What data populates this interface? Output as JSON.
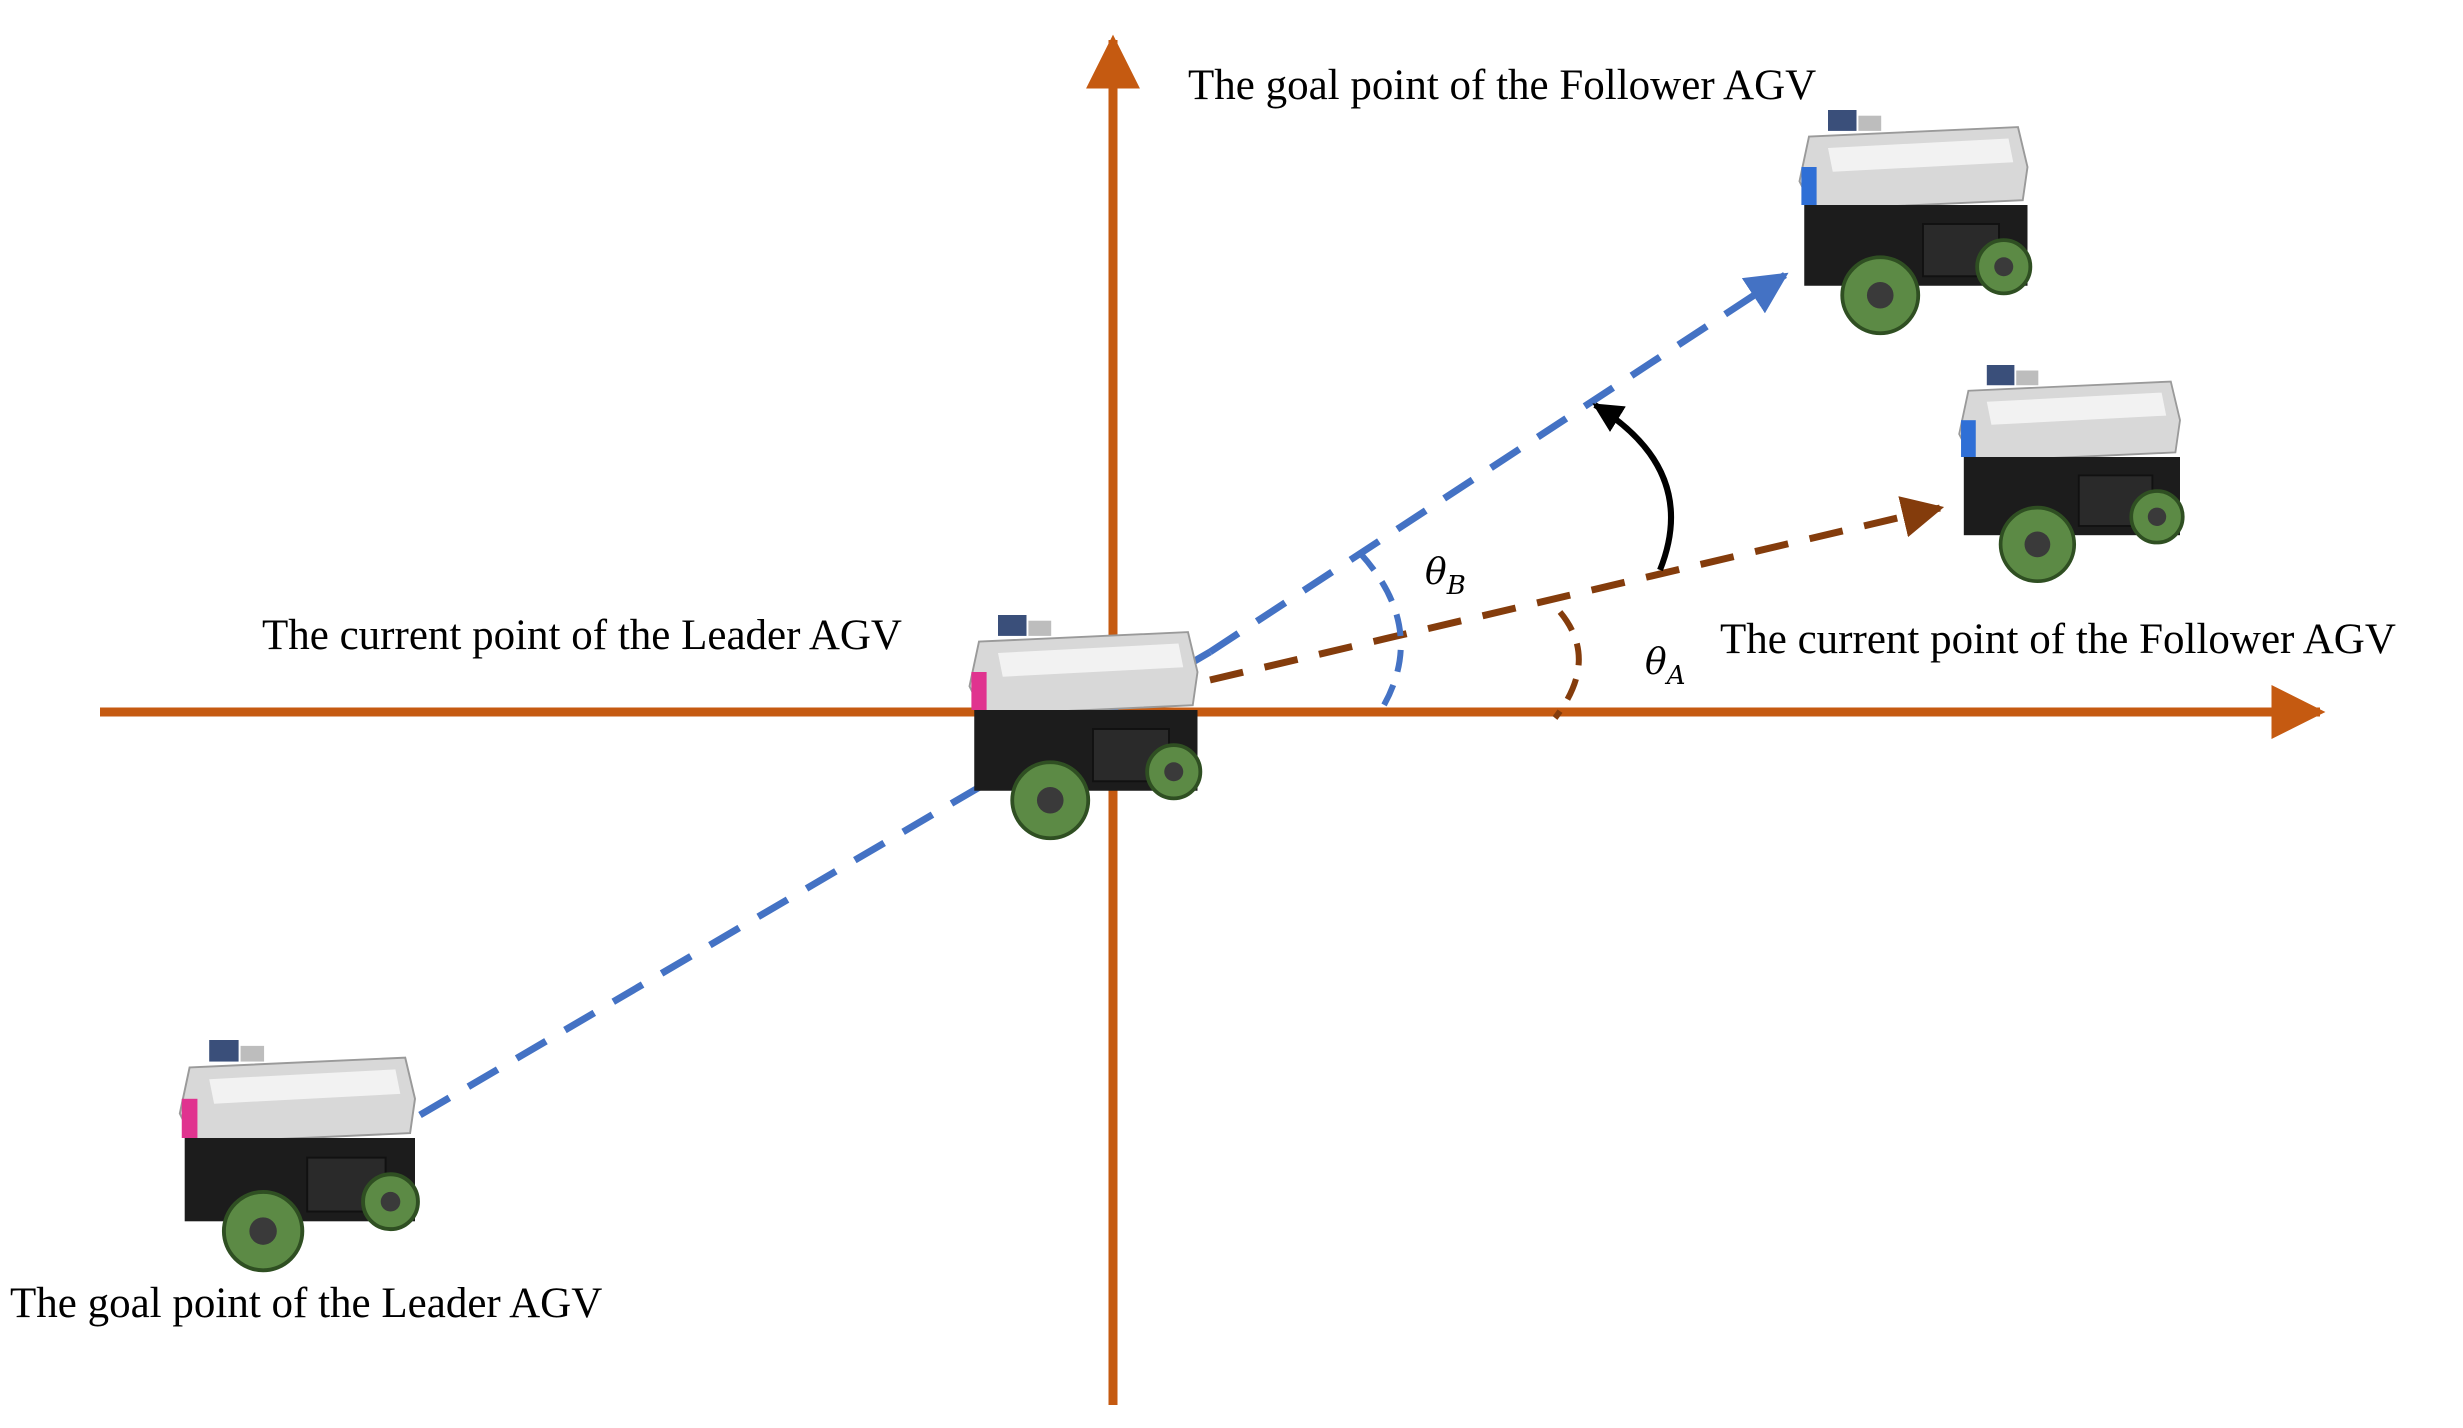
{
  "labels": {
    "follower_goal": "The goal point of the Follower AGV",
    "leader_current": "The current point of the Leader AGV",
    "follower_current": "The current point of the Follower AGV",
    "leader_goal": "The goal point of the Leader AGV"
  },
  "angles": {
    "theta_b": {
      "symbol": "θ",
      "subscript": "B"
    },
    "theta_a": {
      "symbol": "θ",
      "subscript": "A"
    }
  },
  "colors": {
    "axis": "#C55A11",
    "goal_line": "#4472C4",
    "follower_line": "#843C0C",
    "rotation_arrow": "#000000",
    "agv_body": "#1a1a1a",
    "agv_shell": "#cfcfcf",
    "wheel": "#4e7a3a",
    "leader_light": "#e0338f",
    "follower_light": "#2f6fd6"
  },
  "icons": {
    "agv": "mecanum-wheel-agv-robot"
  }
}
